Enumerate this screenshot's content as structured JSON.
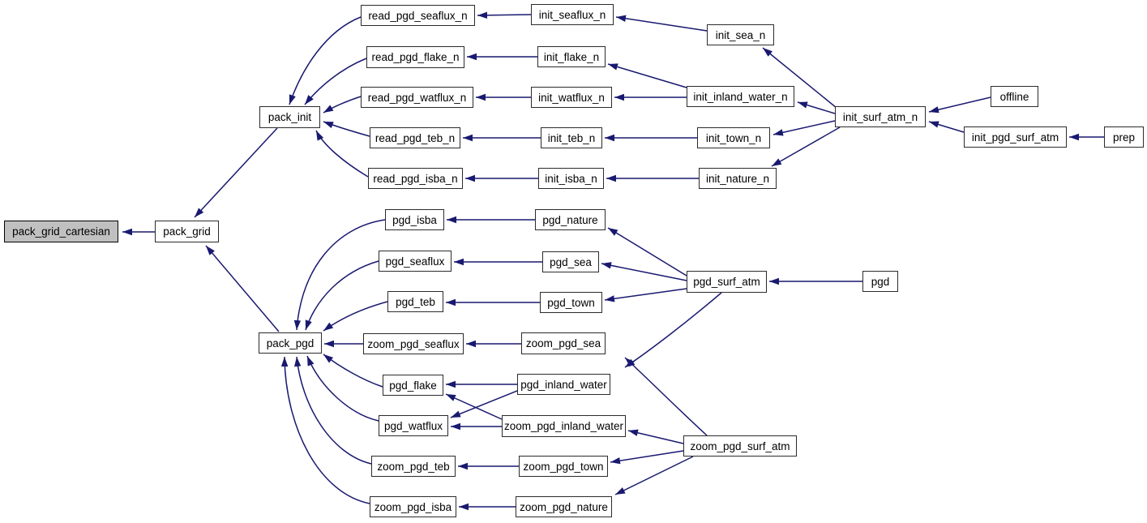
{
  "diagram": {
    "type": "doxygen-caller-graph",
    "root": "pack_grid_cartesian",
    "edge_color": "#191970",
    "node_fill": "#ffffff",
    "root_fill": "#c0c0c0",
    "border_color": "#2b2b2b"
  },
  "nodes": [
    {
      "id": "pack_grid_cartesian",
      "label": "pack_grid_cartesian",
      "highlighted": true
    },
    {
      "id": "pack_grid",
      "label": "pack_grid"
    },
    {
      "id": "pack_init",
      "label": "pack_init"
    },
    {
      "id": "pack_pgd",
      "label": "pack_pgd"
    },
    {
      "id": "read_pgd_seaflux_n",
      "label": "read_pgd_seaflux_n"
    },
    {
      "id": "read_pgd_flake_n",
      "label": "read_pgd_flake_n"
    },
    {
      "id": "read_pgd_watflux_n",
      "label": "read_pgd_watflux_n"
    },
    {
      "id": "read_pgd_teb_n",
      "label": "read_pgd_teb_n"
    },
    {
      "id": "read_pgd_isba_n",
      "label": "read_pgd_isba_n"
    },
    {
      "id": "pgd_isba",
      "label": "pgd_isba"
    },
    {
      "id": "pgd_seaflux",
      "label": "pgd_seaflux"
    },
    {
      "id": "pgd_teb",
      "label": "pgd_teb"
    },
    {
      "id": "zoom_pgd_seaflux",
      "label": "zoom_pgd_seaflux"
    },
    {
      "id": "pgd_flake",
      "label": "pgd_flake"
    },
    {
      "id": "pgd_watflux",
      "label": "pgd_watflux"
    },
    {
      "id": "zoom_pgd_teb",
      "label": "zoom_pgd_teb"
    },
    {
      "id": "zoom_pgd_isba",
      "label": "zoom_pgd_isba"
    },
    {
      "id": "init_seaflux_n",
      "label": "init_seaflux_n"
    },
    {
      "id": "init_flake_n",
      "label": "init_flake_n"
    },
    {
      "id": "init_watflux_n",
      "label": "init_watflux_n"
    },
    {
      "id": "init_teb_n",
      "label": "init_teb_n"
    },
    {
      "id": "init_isba_n",
      "label": "init_isba_n"
    },
    {
      "id": "pgd_nature",
      "label": "pgd_nature"
    },
    {
      "id": "pgd_sea",
      "label": "pgd_sea"
    },
    {
      "id": "pgd_town",
      "label": "pgd_town"
    },
    {
      "id": "zoom_pgd_sea",
      "label": "zoom_pgd_sea"
    },
    {
      "id": "pgd_inland_water",
      "label": "pgd_inland_water"
    },
    {
      "id": "zoom_pgd_inland_water",
      "label": "zoom_pgd_inland_water"
    },
    {
      "id": "zoom_pgd_town",
      "label": "zoom_pgd_town"
    },
    {
      "id": "zoom_pgd_nature",
      "label": "zoom_pgd_nature"
    },
    {
      "id": "init_sea_n",
      "label": "init_sea_n"
    },
    {
      "id": "init_inland_water_n",
      "label": "init_inland_water_n"
    },
    {
      "id": "init_town_n",
      "label": "init_town_n"
    },
    {
      "id": "init_nature_n",
      "label": "init_nature_n"
    },
    {
      "id": "pgd_surf_atm",
      "label": "pgd_surf_atm"
    },
    {
      "id": "zoom_pgd_surf_atm",
      "label": "zoom_pgd_surf_atm"
    },
    {
      "id": "init_surf_atm_n",
      "label": "init_surf_atm_n"
    },
    {
      "id": "offline",
      "label": "offline"
    },
    {
      "id": "init_pgd_surf_atm",
      "label": "init_pgd_surf_atm"
    },
    {
      "id": "pgd",
      "label": "pgd"
    },
    {
      "id": "prep",
      "label": "prep"
    }
  ],
  "edges": [
    {
      "from": "pack_grid",
      "to": "pack_grid_cartesian"
    },
    {
      "from": "pack_init",
      "to": "pack_grid"
    },
    {
      "from": "pack_pgd",
      "to": "pack_grid"
    },
    {
      "from": "read_pgd_seaflux_n",
      "to": "pack_init"
    },
    {
      "from": "read_pgd_flake_n",
      "to": "pack_init"
    },
    {
      "from": "read_pgd_watflux_n",
      "to": "pack_init"
    },
    {
      "from": "read_pgd_teb_n",
      "to": "pack_init"
    },
    {
      "from": "read_pgd_isba_n",
      "to": "pack_init"
    },
    {
      "from": "init_seaflux_n",
      "to": "read_pgd_seaflux_n"
    },
    {
      "from": "init_flake_n",
      "to": "read_pgd_flake_n"
    },
    {
      "from": "init_watflux_n",
      "to": "read_pgd_watflux_n"
    },
    {
      "from": "init_teb_n",
      "to": "read_pgd_teb_n"
    },
    {
      "from": "init_isba_n",
      "to": "read_pgd_isba_n"
    },
    {
      "from": "init_sea_n",
      "to": "init_seaflux_n"
    },
    {
      "from": "init_inland_water_n",
      "to": "init_flake_n"
    },
    {
      "from": "init_inland_water_n",
      "to": "init_watflux_n"
    },
    {
      "from": "init_town_n",
      "to": "init_teb_n"
    },
    {
      "from": "init_nature_n",
      "to": "init_isba_n"
    },
    {
      "from": "init_surf_atm_n",
      "to": "init_sea_n"
    },
    {
      "from": "init_surf_atm_n",
      "to": "init_inland_water_n"
    },
    {
      "from": "init_surf_atm_n",
      "to": "init_town_n"
    },
    {
      "from": "init_surf_atm_n",
      "to": "init_nature_n"
    },
    {
      "from": "offline",
      "to": "init_surf_atm_n"
    },
    {
      "from": "init_pgd_surf_atm",
      "to": "init_surf_atm_n"
    },
    {
      "from": "prep",
      "to": "init_pgd_surf_atm"
    },
    {
      "from": "pgd_nature",
      "to": "pgd_isba"
    },
    {
      "from": "pgd_sea",
      "to": "pgd_seaflux"
    },
    {
      "from": "pgd_town",
      "to": "pgd_teb"
    },
    {
      "from": "pgd_surf_atm",
      "to": "pgd_nature"
    },
    {
      "from": "pgd_surf_atm",
      "to": "pgd_sea"
    },
    {
      "from": "pgd_surf_atm",
      "to": "pgd_town"
    },
    {
      "from": "pgd_surf_atm",
      "to": "pgd_inland_water"
    },
    {
      "from": "pgd",
      "to": "pgd_surf_atm"
    },
    {
      "from": "zoom_pgd_sea",
      "to": "zoom_pgd_seaflux"
    },
    {
      "from": "pgd_inland_water",
      "to": "pgd_flake"
    },
    {
      "from": "pgd_inland_water",
      "to": "pgd_watflux"
    },
    {
      "from": "zoom_pgd_inland_water",
      "to": "pgd_flake"
    },
    {
      "from": "zoom_pgd_inland_water",
      "to": "pgd_watflux"
    },
    {
      "from": "zoom_pgd_surf_atm",
      "to": "zoom_pgd_sea"
    },
    {
      "from": "zoom_pgd_surf_atm",
      "to": "zoom_pgd_inland_water"
    },
    {
      "from": "zoom_pgd_surf_atm",
      "to": "zoom_pgd_town"
    },
    {
      "from": "zoom_pgd_surf_atm",
      "to": "zoom_pgd_nature"
    },
    {
      "from": "zoom_pgd_town",
      "to": "zoom_pgd_teb"
    },
    {
      "from": "zoom_pgd_nature",
      "to": "zoom_pgd_isba"
    },
    {
      "from": "pgd_isba",
      "to": "pack_pgd"
    },
    {
      "from": "pgd_seaflux",
      "to": "pack_pgd"
    },
    {
      "from": "pgd_teb",
      "to": "pack_pgd"
    },
    {
      "from": "zoom_pgd_seaflux",
      "to": "pack_pgd"
    },
    {
      "from": "pgd_flake",
      "to": "pack_pgd"
    },
    {
      "from": "pgd_watflux",
      "to": "pack_pgd"
    },
    {
      "from": "zoom_pgd_teb",
      "to": "pack_pgd"
    },
    {
      "from": "zoom_pgd_isba",
      "to": "pack_pgd"
    }
  ]
}
